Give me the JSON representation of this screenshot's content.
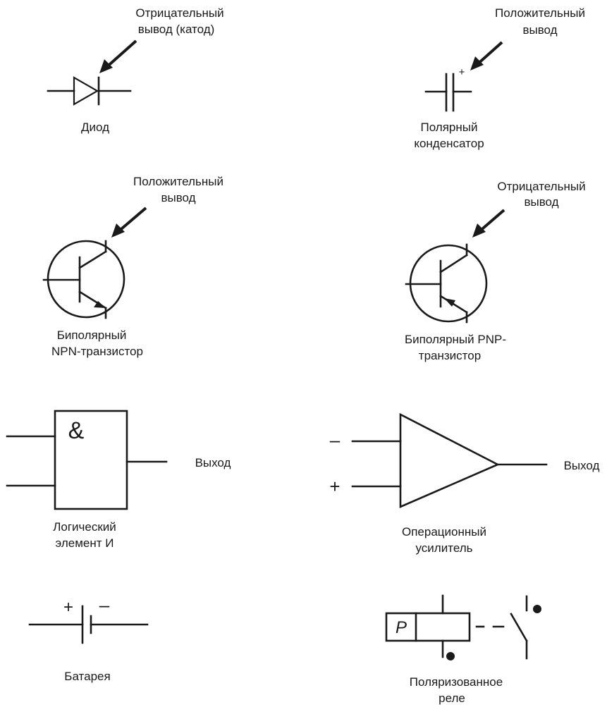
{
  "diode": {
    "label": "Диод",
    "callout": [
      "Отрицательный",
      "вывод (катод)"
    ]
  },
  "polar_capacitor": {
    "label": [
      "Полярный",
      "конденсатор"
    ],
    "callout": [
      "Положительный",
      "вывод"
    ],
    "plus": "+"
  },
  "npn_transistor": {
    "label": [
      "Биполярный",
      "NPN-транзистор"
    ],
    "callout": [
      "Положительный",
      "вывод"
    ]
  },
  "pnp_transistor": {
    "label": [
      "Биполярный PNP-",
      "транзистор"
    ],
    "callout": [
      "Отрицательный",
      "вывод"
    ]
  },
  "and_gate": {
    "label": [
      "Логический",
      "элемент И"
    ],
    "symbol": "&",
    "output": "Выход"
  },
  "op_amp": {
    "label": [
      "Операционный",
      "усилитель"
    ],
    "minus": "–",
    "plus": "+",
    "output": "Выход"
  },
  "battery": {
    "label": "Батарея",
    "plus": "+",
    "minus": "–"
  },
  "polarized_relay": {
    "label": [
      "Поляризованное",
      "реле"
    ],
    "coil_letter": "P"
  }
}
